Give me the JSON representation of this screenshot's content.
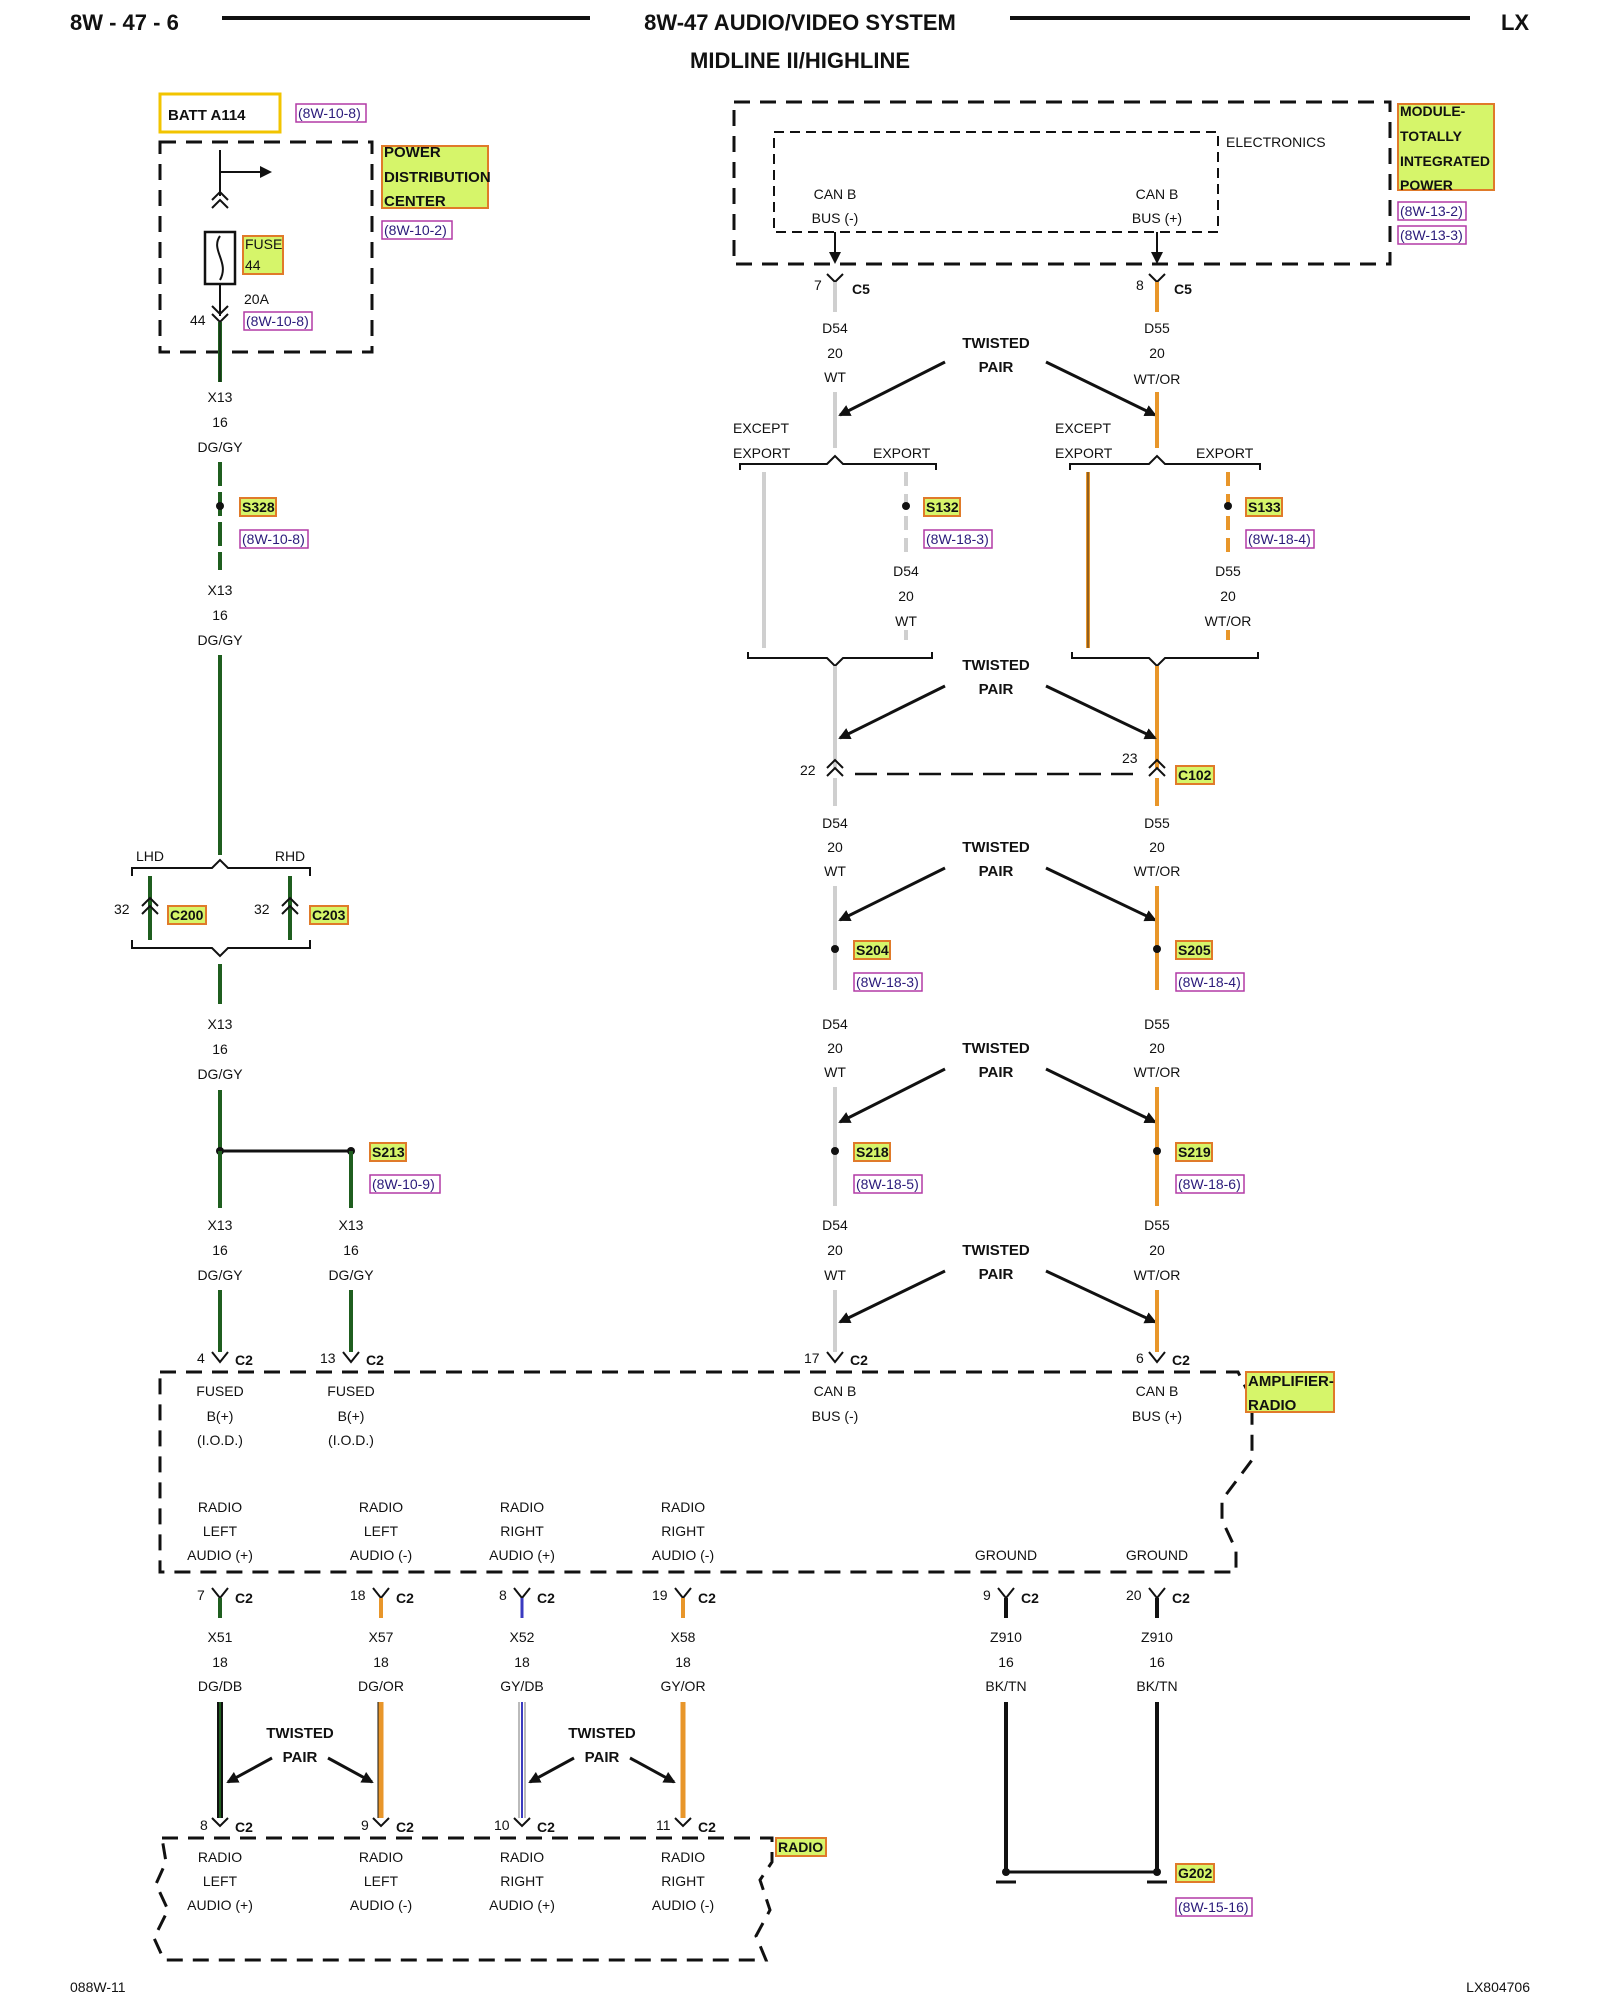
{
  "header": {
    "page_id": "8W - 47 - 6",
    "title": "8W-47 AUDIO/VIDEO SYSTEM",
    "subtitle": "MIDLINE II/HIGHLINE",
    "vehicle": "LX"
  },
  "footer": {
    "left_code": "088W-11",
    "right_code": "LX804706"
  },
  "power": {
    "batt": "BATT A114",
    "batt_ref": "(8W-10-8)",
    "pdc_name": [
      "POWER",
      "DISTRIBUTION",
      "CENTER"
    ],
    "pdc_ref": "(8W-10-2)",
    "fuse_label": [
      "FUSE",
      "44"
    ],
    "fuse_rating": "20A",
    "fuse_pin": "44",
    "fuse_ref": "(8W-10-8)"
  },
  "module_tipm": {
    "name": [
      "MODULE-",
      "TOTALLY",
      "INTEGRATED",
      "POWER"
    ],
    "refs": [
      "(8W-13-2)",
      "(8W-13-3)"
    ],
    "electronics": "ELECTRONICS",
    "can_minus": [
      "CAN B",
      "BUS (-)"
    ],
    "can_plus": [
      "CAN B",
      "BUS (+)"
    ],
    "pin_minus": "7",
    "pin_plus": "8",
    "connector": "C5"
  },
  "wire_x13": [
    "X13",
    "16",
    "DG/GY"
  ],
  "wire_d54": [
    "D54",
    "20",
    "WT"
  ],
  "wire_d55": [
    "D55",
    "20",
    "WT/OR"
  ],
  "twisted_pair": [
    "TWISTED",
    "PAIR"
  ],
  "export": {
    "except": [
      "EXCEPT",
      "EXPORT"
    ],
    "export": "EXPORT"
  },
  "splices": {
    "s328": "S328",
    "s328_ref": "(8W-10-8)",
    "s132": "S132",
    "s132_ref": "(8W-18-3)",
    "s133": "S133",
    "s133_ref": "(8W-18-4)",
    "s204": "S204",
    "s204_ref": "(8W-18-3)",
    "s205": "S205",
    "s205_ref": "(8W-18-4)",
    "s213": "S213",
    "s213_ref": "(8W-10-9)",
    "s218": "S218",
    "s218_ref": "(8W-18-5)",
    "s219": "S219",
    "s219_ref": "(8W-18-6)"
  },
  "c102": {
    "name": "C102",
    "pin_a": "22",
    "pin_b": "23"
  },
  "lhd_rhd": {
    "lhd": "LHD",
    "rhd": "RHD",
    "c200": "C200",
    "c203": "C203",
    "pin": "32"
  },
  "amp": {
    "name": [
      "AMPLIFIER-",
      "RADIO"
    ],
    "connector": "C2",
    "top_pins": [
      {
        "pin": "4",
        "label": [
          "FUSED",
          "B(+)",
          "(I.O.D.)"
        ]
      },
      {
        "pin": "13",
        "label": [
          "FUSED",
          "B(+)",
          "(I.O.D.)"
        ]
      },
      {
        "pin": "17",
        "label": [
          "CAN B",
          "BUS (-)"
        ]
      },
      {
        "pin": "6",
        "label": [
          "CAN B",
          "BUS (+)"
        ]
      }
    ],
    "bottom_pins": [
      {
        "pin": "7",
        "label": [
          "RADIO",
          "LEFT",
          "AUDIO (+)"
        ],
        "wire": [
          "X51",
          "18",
          "DG/DB"
        ]
      },
      {
        "pin": "18",
        "label": [
          "RADIO",
          "LEFT",
          "AUDIO (-)"
        ],
        "wire": [
          "X57",
          "18",
          "DG/OR"
        ]
      },
      {
        "pin": "8",
        "label": [
          "RADIO",
          "RIGHT",
          "AUDIO (+)"
        ],
        "wire": [
          "X52",
          "18",
          "GY/DB"
        ]
      },
      {
        "pin": "19",
        "label": [
          "RADIO",
          "RIGHT",
          "AUDIO (-)"
        ],
        "wire": [
          "X58",
          "18",
          "GY/OR"
        ]
      },
      {
        "pin": "9",
        "label": [
          "GROUND"
        ],
        "wire": [
          "Z910",
          "16",
          "BK/TN"
        ]
      },
      {
        "pin": "20",
        "label": [
          "GROUND"
        ],
        "wire": [
          "Z910",
          "16",
          "BK/TN"
        ]
      }
    ]
  },
  "radio": {
    "name": "RADIO",
    "connector": "C2",
    "pins": [
      {
        "pin": "8",
        "label": [
          "RADIO",
          "LEFT",
          "AUDIO (+)"
        ]
      },
      {
        "pin": "9",
        "label": [
          "RADIO",
          "LEFT",
          "AUDIO (-)"
        ]
      },
      {
        "pin": "10",
        "label": [
          "RADIO",
          "RIGHT",
          "AUDIO (+)"
        ]
      },
      {
        "pin": "11",
        "label": [
          "RADIO",
          "RIGHT",
          "AUDIO (-)"
        ]
      }
    ]
  },
  "ground": {
    "name": "G202",
    "ref": "(8W-15-16)"
  },
  "colors": {
    "dg_gy": "#1f5e1f",
    "wt": "#cfcfcf",
    "wt_or": "#e8962a",
    "gy_db": "#3a3ac0",
    "gy_or": "#e8962a",
    "bk": "#111111",
    "tag_fill": "#d6f56a",
    "tag_border": "#e07a2a",
    "ref_border": "#b23aa6"
  }
}
